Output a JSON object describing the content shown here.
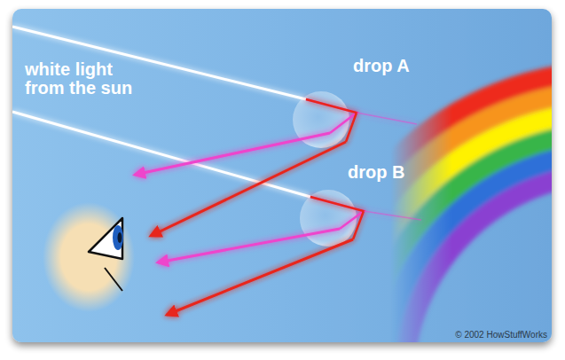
{
  "diagram": {
    "labels": [
      "white light from the sun",
      "drop A",
      "drop B",
      "© 2002 HowStuffWorks"
    ]
  }
}
